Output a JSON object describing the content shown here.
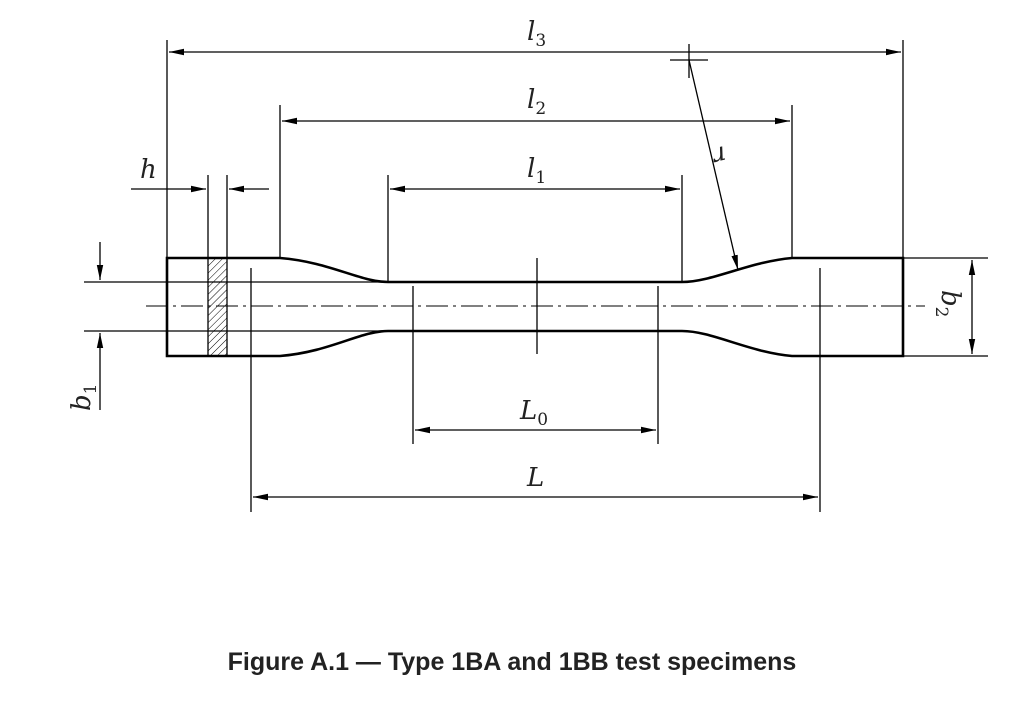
{
  "caption": "Figure A.1 — Type 1BA and 1BB test specimens",
  "labels": {
    "l3": {
      "main": "l",
      "sub": "3"
    },
    "l2": {
      "main": "l",
      "sub": "2"
    },
    "l1": {
      "main": "l",
      "sub": "1"
    },
    "h": {
      "main": "h",
      "sub": ""
    },
    "r": {
      "main": "r",
      "sub": ""
    },
    "b1": {
      "main": "b",
      "sub": "1"
    },
    "b2": {
      "main": "b",
      "sub": "2"
    },
    "L0": {
      "main": "L",
      "sub": "0"
    },
    "L": {
      "main": "L",
      "sub": ""
    }
  }
}
